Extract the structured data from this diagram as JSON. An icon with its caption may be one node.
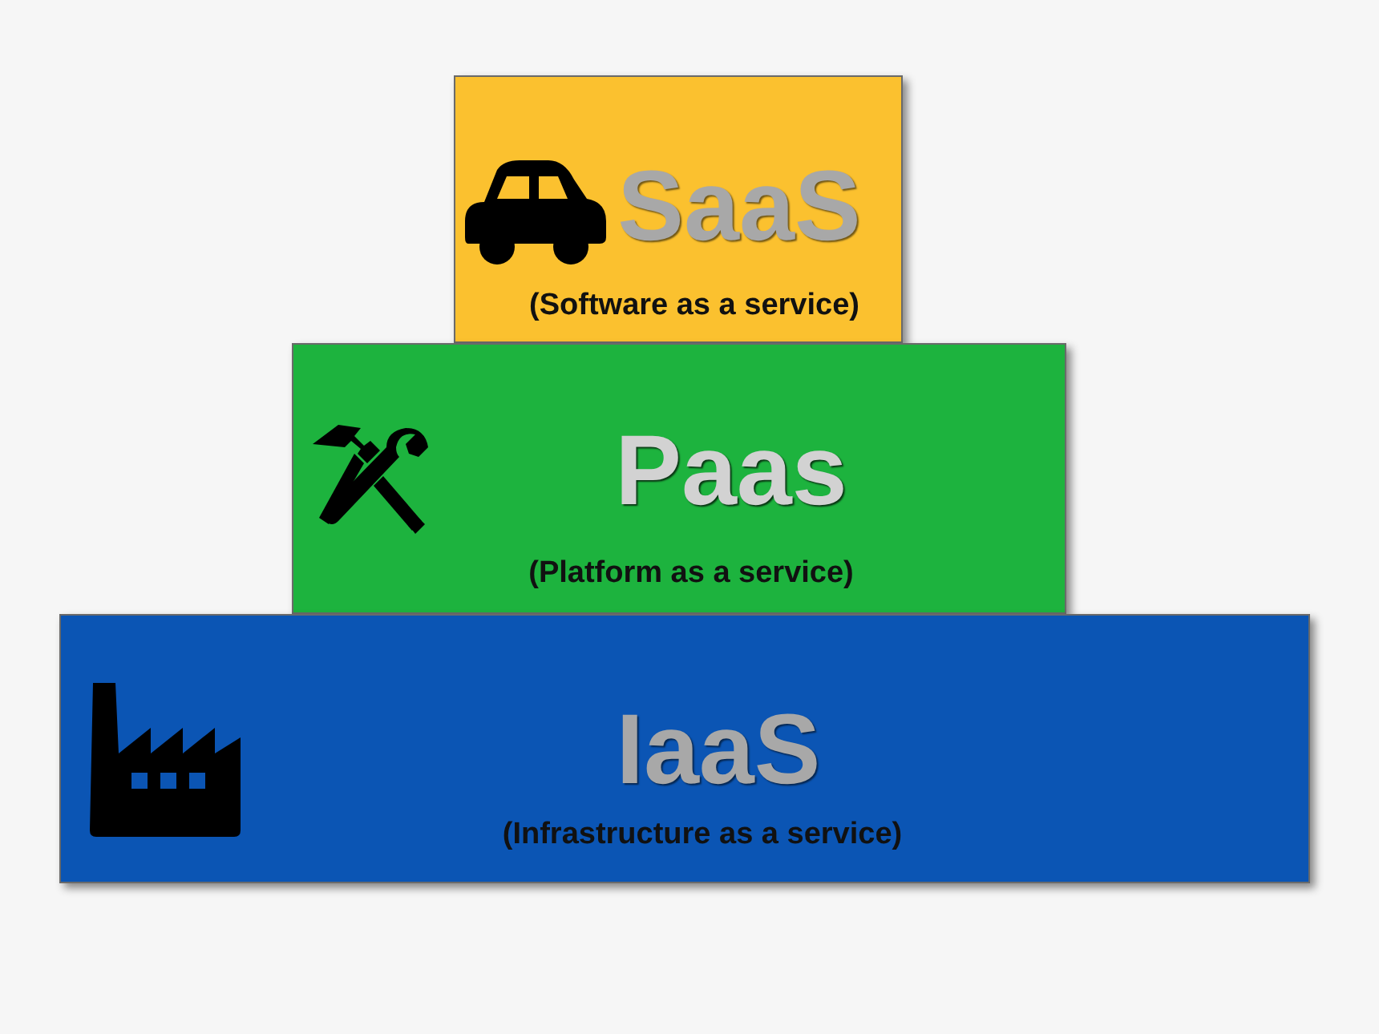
{
  "diagram": {
    "nodes": [
      {
        "text": [
          "SaaS",
          "(Software as a service)"
        ]
      },
      {
        "text": [
          "Paas",
          "(Platform as a service)"
        ]
      },
      {
        "text": [
          "IaaS",
          "(Infrastructure as a service)"
        ]
      }
    ]
  }
}
